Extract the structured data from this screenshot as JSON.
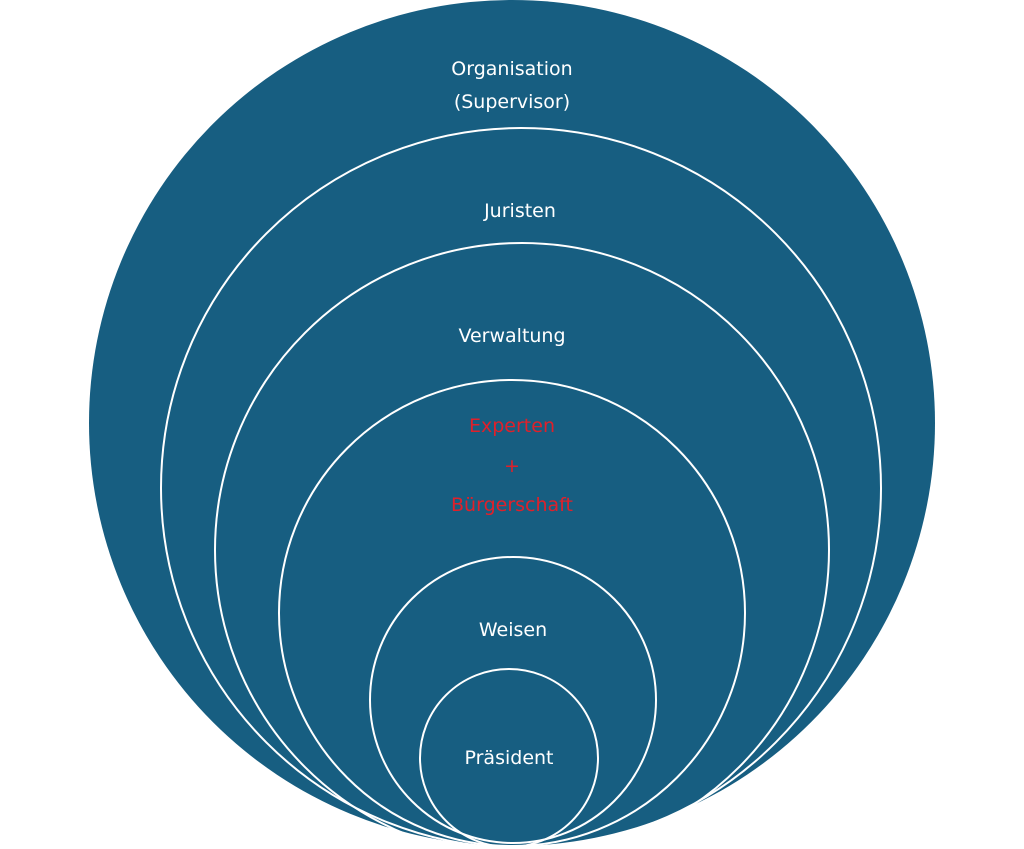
{
  "diagram": {
    "fill_color": "#175E81",
    "stroke_color": "#FFFFFF",
    "text_color": "#FFFFFF",
    "highlight_color": "#E0202A",
    "layers": [
      {
        "name": "organisation",
        "lines": [
          "Organisation",
          "(Supervisor)"
        ],
        "highlight": false
      },
      {
        "name": "juristen",
        "lines": [
          "Juristen"
        ],
        "highlight": false
      },
      {
        "name": "verwaltung",
        "lines": [
          "Verwaltung"
        ],
        "highlight": false
      },
      {
        "name": "experten-buergerschaft",
        "lines": [
          "Experten",
          "+",
          "Bürgerschaft"
        ],
        "highlight": true
      },
      {
        "name": "weisen",
        "lines": [
          "Weisen"
        ],
        "highlight": false
      },
      {
        "name": "praesident",
        "lines": [
          "Präsident"
        ],
        "highlight": false
      }
    ]
  }
}
